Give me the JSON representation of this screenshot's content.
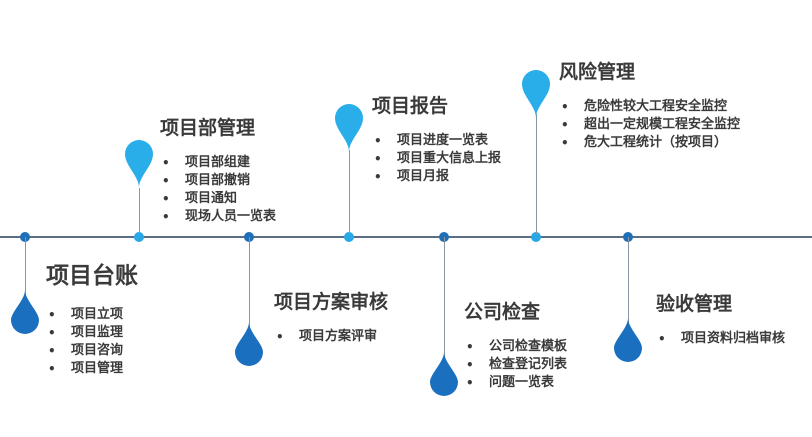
{
  "colors": {
    "drop_dark": "#1a6fbe",
    "drop_light": "#29aeea",
    "line": "#5b6c85"
  },
  "nodes": [
    {
      "id": "xiangmu-taizhang",
      "title": "项目台账",
      "items": [
        "项目立项",
        "项目监理",
        "项目咨询",
        "项目管理"
      ]
    },
    {
      "id": "xiangmubu-guanli",
      "title": "项目部管理",
      "items": [
        "项目部组建",
        "项目部撤销",
        "项目通知",
        "现场人员一览表"
      ]
    },
    {
      "id": "fangan-shenhe",
      "title": "项目方案审核",
      "items": [
        "项目方案评审"
      ]
    },
    {
      "id": "xiangmu-baogao",
      "title": "项目报告",
      "items": [
        "项目进度一览表",
        "项目重大信息上报",
        "项目月报"
      ]
    },
    {
      "id": "gongsi-jiancha",
      "title": "公司检查",
      "items": [
        "公司检查模板",
        "检查登记列表",
        "问题一览表"
      ]
    },
    {
      "id": "fengxian-guanli",
      "title": "风险管理",
      "items": [
        "危险性较大工程安全监控",
        "超出一定规模工程安全监控",
        "危大工程统计（按项目）"
      ]
    },
    {
      "id": "yanshou-guanli",
      "title": "验收管理",
      "items": [
        "项目资料归档审核"
      ]
    }
  ]
}
